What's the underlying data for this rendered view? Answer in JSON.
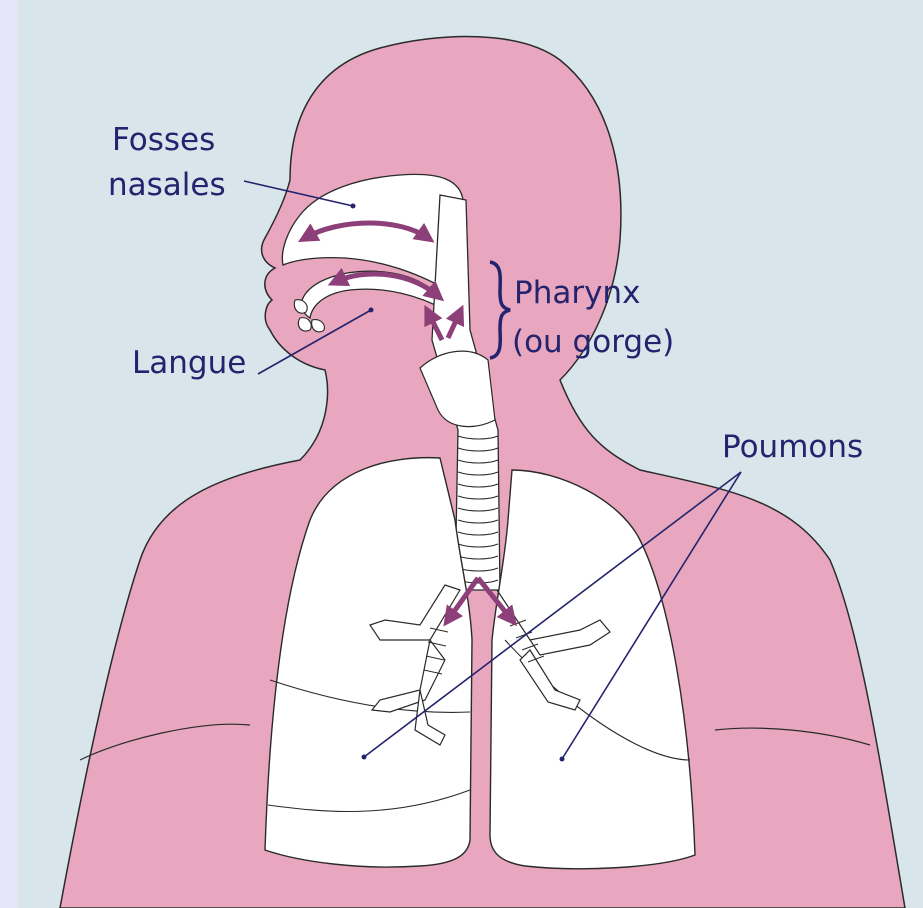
{
  "labels": {
    "fosses_line1": "Fosses",
    "fosses_line2": "nasales",
    "langue": "Langue",
    "pharynx_line1": "Pharynx",
    "pharynx_line2": "(ou gorge)",
    "poumons": "Poumons"
  },
  "colors": {
    "page_background": "#e6e6f8",
    "panel_background": "#d8e6ec",
    "body_fill": "#e8a7be",
    "outline": "#2a2a2a",
    "label_text": "#23236e",
    "arrow": "#8c3f78"
  }
}
